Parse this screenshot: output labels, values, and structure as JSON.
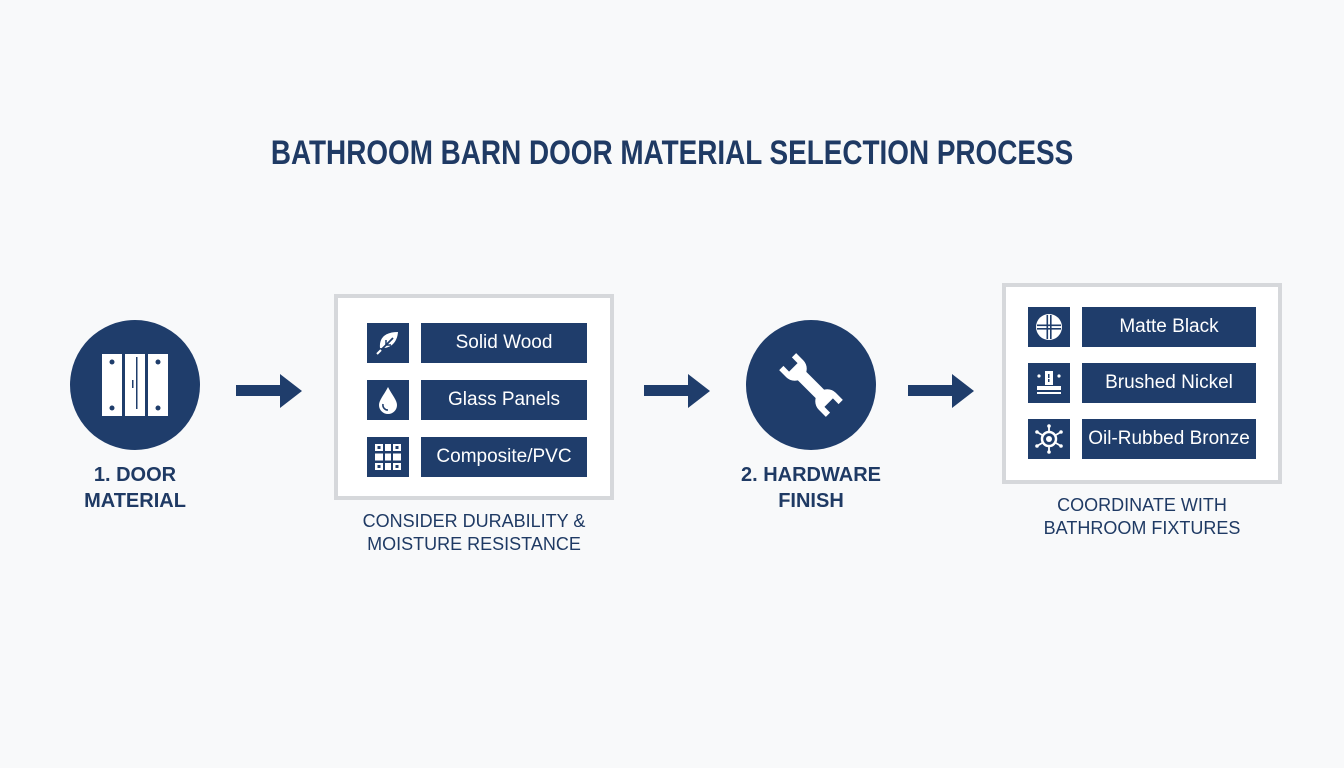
{
  "title": "BATHROOM BARN DOOR MATERIAL SELECTION PROCESS",
  "colors": {
    "primary": "#1f3d6b",
    "text": "#1f3a64",
    "box_border": "#d6d8db",
    "background": "#f8f9fa"
  },
  "steps": [
    {
      "label_line1": "1. DOOR",
      "label_line2": "MATERIAL",
      "icon": "barn-door-icon",
      "options_caption_line1": "CONSIDER DURABILITY &",
      "options_caption_line2": "MOISTURE RESISTANCE",
      "options": [
        {
          "icon": "leaf-icon",
          "label": "Solid Wood"
        },
        {
          "icon": "water-drop-icon",
          "label": "Glass Panels"
        },
        {
          "icon": "grid-panel-icon",
          "label": "Composite/PVC"
        }
      ]
    },
    {
      "label_line1": "2. HARDWARE",
      "label_line2": "FINISH",
      "icon": "wrench-icon",
      "options_caption_line1": "COORDINATE WITH",
      "options_caption_line2": "BATHROOM FIXTURES",
      "options": [
        {
          "icon": "cross-circle-icon",
          "label": "Matte Black"
        },
        {
          "icon": "faucet-fixture-icon",
          "label": "Brushed Nickel"
        },
        {
          "icon": "gear-snowflake-icon",
          "label": "Oil-Rubbed Bronze"
        }
      ]
    }
  ],
  "arrows": [
    "arrow-right-icon",
    "arrow-right-icon",
    "arrow-right-icon"
  ]
}
